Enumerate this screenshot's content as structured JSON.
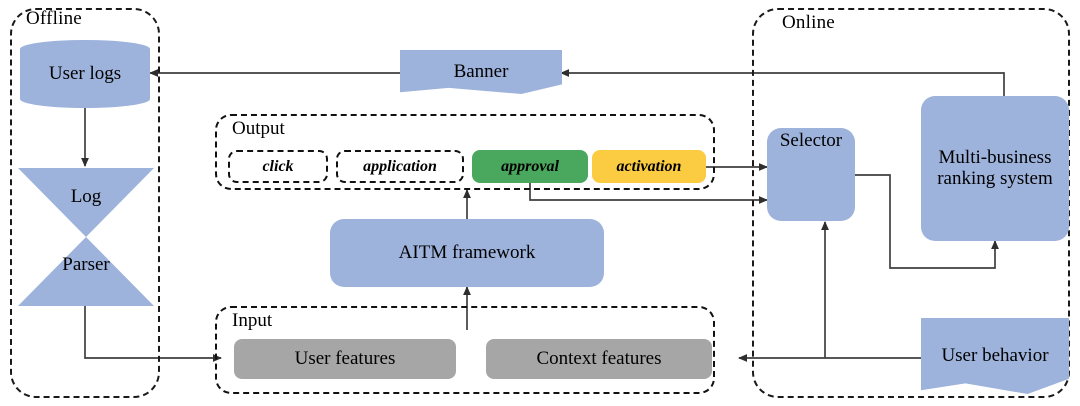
{
  "diagram": {
    "zones": [
      {
        "id": "offline",
        "label": "Offline"
      },
      {
        "id": "online",
        "label": "Online"
      }
    ],
    "groups": [
      {
        "id": "output",
        "label": "Output"
      },
      {
        "id": "input",
        "label": "Input"
      }
    ],
    "nodes": {
      "user_logs": {
        "label": "User logs",
        "shape": "cylinder",
        "color": "#9db3dc"
      },
      "log": {
        "label": "Log",
        "shape": "triangle-down",
        "color": "#9db3dc"
      },
      "parser": {
        "label": "Parser",
        "shape": "triangle-up",
        "color": "#9db3dc"
      },
      "banner": {
        "label": "Banner",
        "shape": "document",
        "color": "#9db3dc"
      },
      "aitm": {
        "label": "AITM framework",
        "shape": "rounded-rect",
        "color": "#9db3dc"
      },
      "selector": {
        "label": "Selector",
        "shape": "rounded-rect",
        "color": "#9db3dc"
      },
      "ranking": {
        "label": "Multi-business ranking system",
        "shape": "rounded-rect",
        "color": "#9db3dc"
      },
      "user_behavior": {
        "label": "User behavior",
        "shape": "document",
        "color": "#9db3dc"
      },
      "user_features": {
        "label": "User features",
        "shape": "rounded-rect",
        "color": "#a6a6a6"
      },
      "context_features": {
        "label": "Context features",
        "shape": "rounded-rect",
        "color": "#a6a6a6"
      }
    },
    "output_chips": [
      {
        "id": "click",
        "label": "click",
        "style": "dashed-outline",
        "color": "#ffffff"
      },
      {
        "id": "application",
        "label": "application",
        "style": "dashed-outline",
        "color": "#ffffff"
      },
      {
        "id": "approval",
        "label": "approval",
        "style": "filled",
        "color": "#4aa75e"
      },
      {
        "id": "activation",
        "label": "activation",
        "style": "filled",
        "color": "#fbcb41"
      }
    ],
    "palette": {
      "blue": "#9db3dc",
      "grey": "#a6a6a6",
      "green": "#4aa75e",
      "yellow": "#fbcb41",
      "line": "#3f3f3f",
      "switch_blue": "#3f6fbf",
      "border": "#111111"
    },
    "edges": [
      {
        "from": "ranking",
        "to": "banner",
        "type": "orthogonal"
      },
      {
        "from": "banner",
        "to": "user_logs",
        "type": "straight"
      },
      {
        "from": "user_logs",
        "to": "log",
        "type": "straight"
      },
      {
        "from": "parser",
        "to": "user_features",
        "type": "orthogonal"
      },
      {
        "from": "user_features",
        "to": "aitm",
        "type": "straight"
      },
      {
        "from": "aitm",
        "to": "output",
        "type": "straight"
      },
      {
        "from": "activation",
        "to": "selector",
        "type": "straight"
      },
      {
        "from": "approval",
        "to": "selector",
        "type": "orthogonal"
      },
      {
        "from": "selector",
        "to": "ranking",
        "type": "orthogonal"
      },
      {
        "from": "user_behavior",
        "to": "context_features",
        "type": "straight"
      },
      {
        "from": "user_behavior",
        "to": "selector",
        "type": "orthogonal"
      }
    ]
  }
}
